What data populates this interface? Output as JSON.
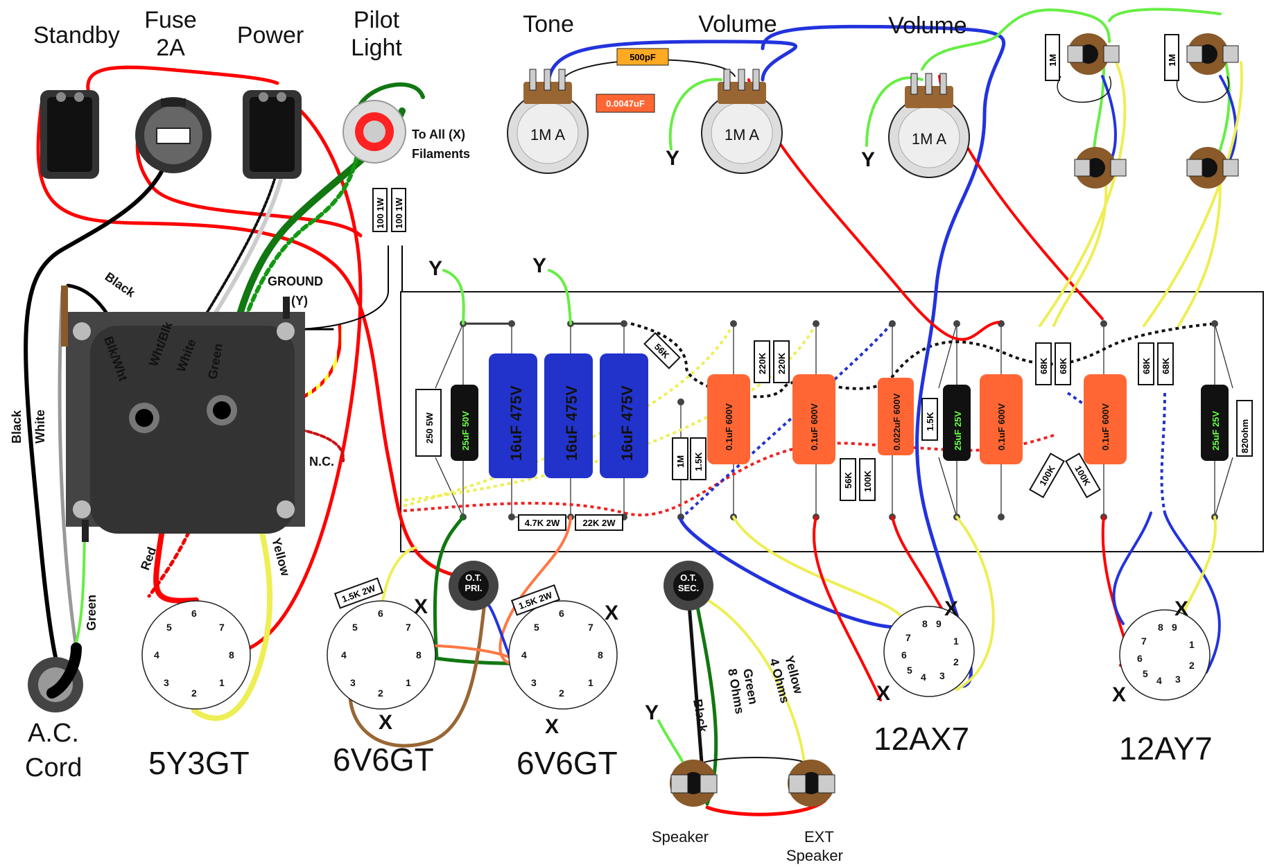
{
  "colors": {
    "red": "#ff0000",
    "black": "#000000",
    "white": "#ffffff",
    "grey": "#999999",
    "green": "#66ee44",
    "dark_green": "#118811",
    "blue": "#2233dd",
    "yellow": "#eeee55",
    "orange": "#ff6633",
    "brown": "#996633",
    "cap_blue": "#2233cc",
    "cap_orange": "#ff6633",
    "chassis": "#333333"
  },
  "labels": {
    "standby": "Standby",
    "fuse_line1": "Fuse",
    "fuse_line2": "2A",
    "power": "Power",
    "pilot_line1": "Pilot",
    "pilot_line2": "Light",
    "tone": "Tone",
    "volume1": "Volume",
    "volume2": "Volume",
    "filaments_line1": "To All (X)",
    "filaments_line2": "Filaments",
    "ground_line1": "GROUND",
    "ground_line2": "(Y)",
    "nc": "N.C.",
    "ac_line1": "A.C.",
    "ac_line2": "Cord",
    "tube_5y3": "5Y3GT",
    "tube_6v6_a": "6V6GT",
    "tube_6v6_b": "6V6GT",
    "tube_12ax7": "12AX7",
    "tube_12ay7": "12AY7",
    "speaker": "Speaker",
    "ext_line1": "EXT",
    "ext_line2": "Speaker",
    "ot_pri_line1": "O.T.",
    "ot_pri_line2": "PRI.",
    "ot_sec_line1": "O.T.",
    "ot_sec_line2": "SEC."
  },
  "wire_labels": {
    "black": "Black",
    "blk_wht": "Blk/Wht",
    "wht_blk": "Wht/Blk",
    "white": "White",
    "green": "Green",
    "red": "Red",
    "yellow": "Yellow",
    "cord_black": "Black",
    "cord_white": "White",
    "cord_green": "Green",
    "sec_black": "Black",
    "sec_green_line1": "Green",
    "sec_green_line2": "8 Ohms",
    "sec_yellow_line1": "Yellow",
    "sec_yellow_line2": "4 Ohms"
  },
  "markers": {
    "x": "X",
    "y": "Y"
  },
  "pots": {
    "tone": "1M A",
    "volume1": "1M A",
    "volume2": "1M A"
  },
  "components": {
    "c500p": "500pF",
    "c0047": "0.0047uF",
    "r100_a": "100 1W",
    "r100_b": "100 1W",
    "r250": "250 5W",
    "c25_50": "25uF 50V",
    "c16_a": "16uF 475V",
    "c16_b": "16uF 475V",
    "c16_c": "16uF 475V",
    "r56k_diag": "56K",
    "r1m": "1M",
    "r1k5_a": "1.5K",
    "c01_a": "0.1uF 600V",
    "r220k_a": "220K",
    "r220k_b": "220K",
    "c01_b": "0.1uF 600V",
    "r56k": "56K",
    "r100k": "100K",
    "c0022": "0.022uF 600V",
    "r1k5_b": "1.5K",
    "c25_25a": "25uF 25V",
    "c01_c": "0.1uF 600V",
    "r68k_a": "68K",
    "r68k_b": "68K",
    "r100k_b": "100K",
    "r100k_c": "100K",
    "c01_d": "0.1uF 600V",
    "r68k_c": "68K",
    "r68k_d": "68K",
    "c25_25b": "25uF 25V",
    "r820": "820ohm",
    "r47k": "4.7K 2W",
    "r22k": "22K 2W",
    "r1k5_2w_a": "1.5K 2W",
    "r1k5_2w_b": "1.5K 2W",
    "r1m_jack_a": "1M",
    "r1m_jack_b": "1M"
  },
  "pin_numbers": {
    "p1": "1",
    "p2": "2",
    "p3": "3",
    "p4": "4",
    "p5": "5",
    "p6": "6",
    "p7": "7",
    "p8": "8",
    "p9": "9"
  }
}
